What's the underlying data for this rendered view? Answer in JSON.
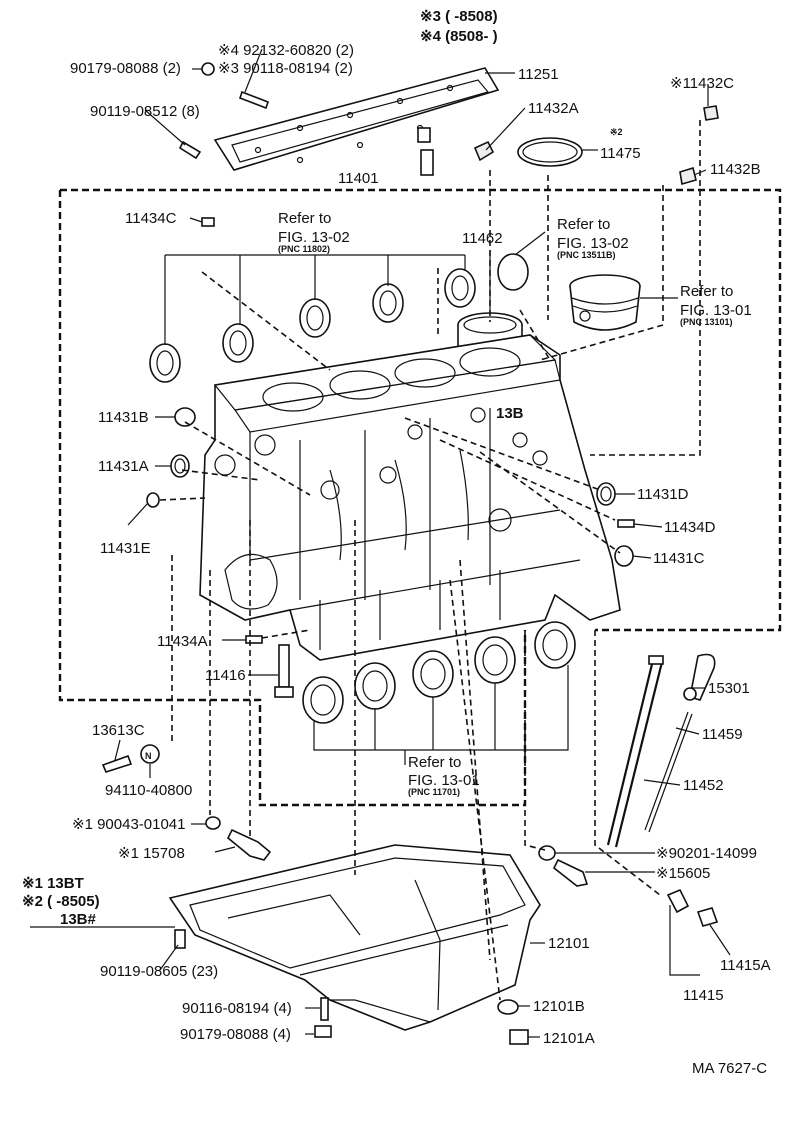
{
  "labels": {
    "note3": "※3 (      -8508)",
    "note4": "※4 (8508-      )",
    "n92132": "※4 92132-60820 (2)",
    "n90118": "※3 90118-08194 (2)",
    "n90179a": "90179-08088 (2)",
    "n11251": "11251",
    "n90119a": "90119-08512 (8)",
    "n11432A": "11432A",
    "n11432C": "※11432C",
    "n11475_mark": "※2",
    "n11475": "11475",
    "n11432B": "11432B",
    "n11401": "11401",
    "n11434C": "11434C",
    "ref1302a_l1": "Refer to",
    "ref1302a_l2": "FIG. 13-02",
    "ref1302a_pnc": "(PNC 11802)",
    "n11462": "11462",
    "ref1302b_l1": "Refer to",
    "ref1302b_l2": "FIG. 13-02",
    "ref1302b_pnc": "(PNC 13511B)",
    "ref1301a_l1": "Refer to",
    "ref1301a_l2": "FIG. 13-01",
    "ref1301a_pnc": "(PNC 13101)",
    "n11431B": "11431B",
    "n11431A": "11431A",
    "n11431E": "11431E",
    "n11431D": "11431D",
    "n11434D": "11434D",
    "n11431C": "11431C",
    "n11434A": "11434A",
    "n11416": "11416",
    "n15301": "15301",
    "n13613C": "13613C",
    "n94110": "94110-40800",
    "ref1301b_l1": "Refer to",
    "ref1301b_l2": "FIG. 13-01",
    "ref1301b_pnc": "(PNC 11701)",
    "n11459": "11459",
    "n11452": "11452",
    "n90043": "※1 90043-01041",
    "n15708": "※1 15708",
    "n90201": "※90201-14099",
    "n15605": "※15605",
    "legend1": "※1  13BT",
    "legend2": "※2  (      -8505)",
    "legend3": "13B#",
    "n12101": "12101",
    "n90119b": "90119-08605 (23)",
    "n11415A": "11415A",
    "n11415": "11415",
    "n90116": "90116-08194 (4)",
    "n12101B": "12101B",
    "n90179b": "90179-08088 (4)",
    "n12101A": "12101A",
    "code": "MA 7627-C",
    "block_mark": "13B"
  }
}
